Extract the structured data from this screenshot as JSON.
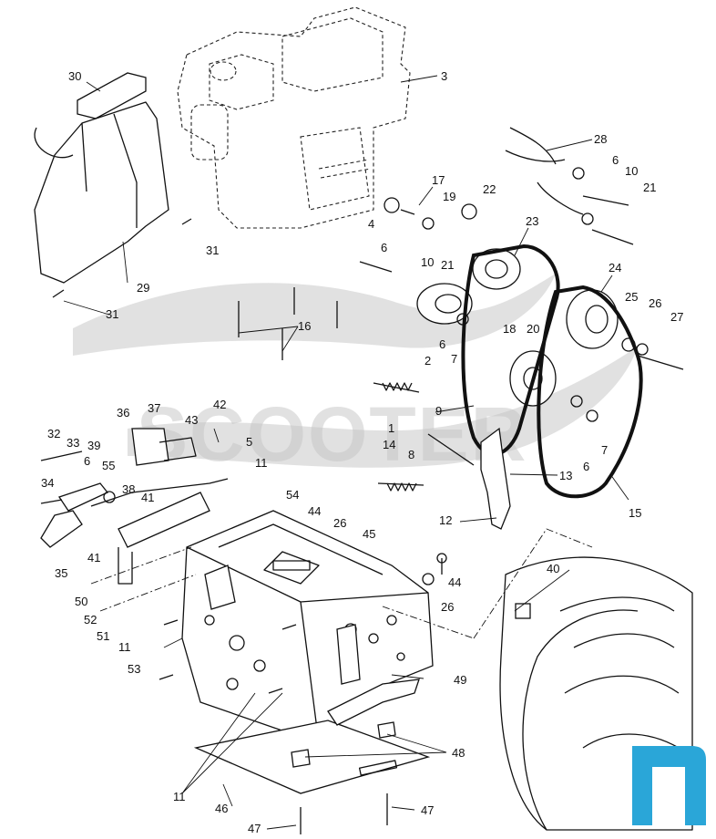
{
  "watermark": {
    "text": "SCOOTER"
  },
  "callouts": [
    "30",
    "3",
    "28",
    "6",
    "10",
    "21",
    "17",
    "19",
    "22",
    "4",
    "6",
    "10",
    "21",
    "23",
    "31",
    "29",
    "31",
    "16",
    "24",
    "25",
    "26",
    "27",
    "18",
    "20",
    "2",
    "6",
    "7",
    "9",
    "1",
    "7",
    "6",
    "8",
    "13",
    "14",
    "36",
    "37",
    "42",
    "43",
    "5",
    "32",
    "33",
    "39",
    "55",
    "6",
    "38",
    "41",
    "34",
    "11",
    "12",
    "15",
    "54",
    "44",
    "26",
    "45",
    "35",
    "41",
    "44",
    "26",
    "50",
    "52",
    "51",
    "11",
    "53",
    "40",
    "49",
    "48",
    "11",
    "46",
    "47",
    "47"
  ]
}
